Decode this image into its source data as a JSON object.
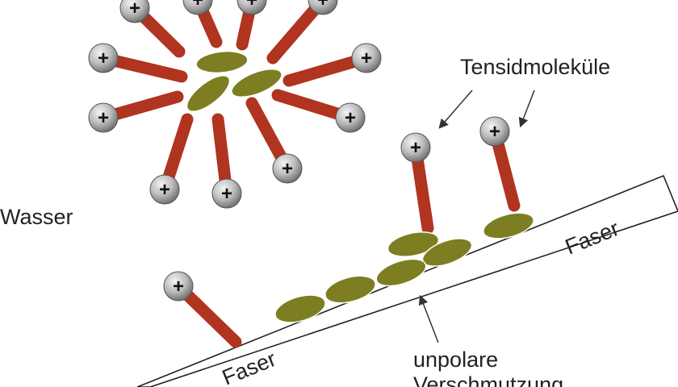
{
  "labels": {
    "water": "Wasser",
    "surfactant_molecules": "Tensidmoleküle",
    "fiber_right": "Faser",
    "fiber_left": "Faser",
    "soil_line1": "unpolare",
    "soil_line2": "Verschmutzung"
  },
  "head_symbol": "+",
  "colors": {
    "tail": "#b0341f",
    "oil": "#7d7d22",
    "head_light": "#f4f4f4",
    "head_dark": "#6e6e6e",
    "fiber_stroke": "#222222",
    "arrow": "#333333"
  },
  "icons": [
    "surfactant-head-icon",
    "surfactant-tail-icon",
    "oil-droplet-icon",
    "arrow-icon"
  ]
}
